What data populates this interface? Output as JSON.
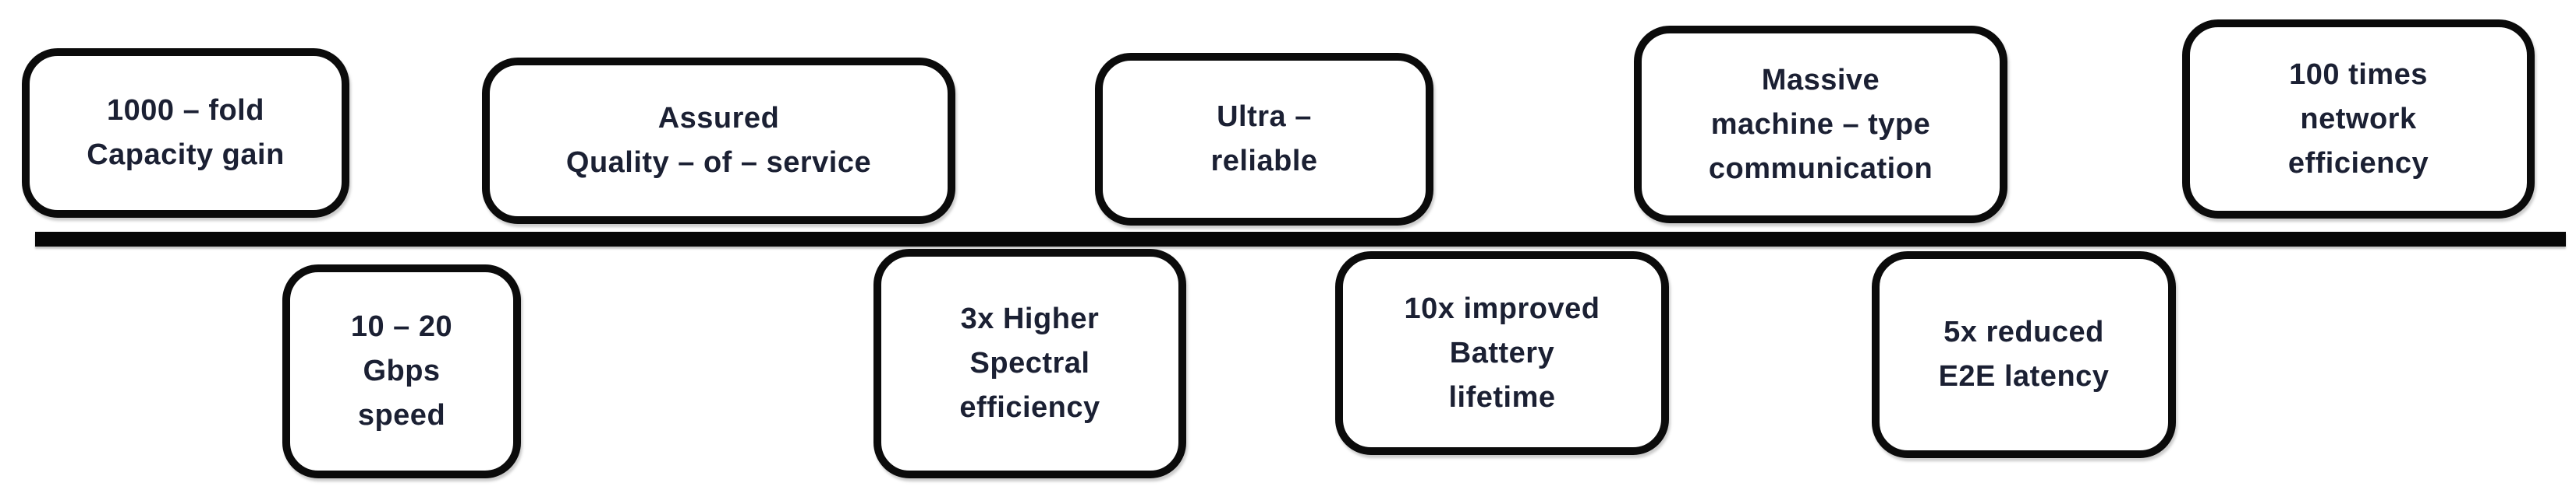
{
  "diagram": {
    "background_color": "#ffffff",
    "bar_color": "#070707",
    "box_border_color": "#0b0b0b",
    "box_fill_color": "#ffffff",
    "text_color": "#1b2033",
    "top_boxes": [
      {
        "id": "capacity-gain",
        "lines": [
          "1000 – fold",
          "Capacity gain"
        ]
      },
      {
        "id": "assured-qos",
        "lines": [
          "Assured",
          "Quality – of – service"
        ]
      },
      {
        "id": "ultra-reliable",
        "lines": [
          "Ultra –",
          "reliable"
        ]
      },
      {
        "id": "massive-mtc",
        "lines": [
          "Massive",
          "machine – type",
          "communication"
        ]
      },
      {
        "id": "network-efficiency",
        "lines": [
          "100 times",
          "network",
          "efficiency"
        ]
      }
    ],
    "bottom_boxes": [
      {
        "id": "gbps-speed",
        "lines": [
          "10 – 20",
          "Gbps",
          "speed"
        ]
      },
      {
        "id": "spectral-efficiency",
        "lines": [
          "3x Higher",
          "Spectral",
          "efficiency"
        ]
      },
      {
        "id": "battery-lifetime",
        "lines": [
          "10x improved",
          "Battery",
          "lifetime"
        ]
      },
      {
        "id": "e2e-latency",
        "lines": [
          "5x reduced",
          "E2E latency"
        ]
      }
    ]
  }
}
